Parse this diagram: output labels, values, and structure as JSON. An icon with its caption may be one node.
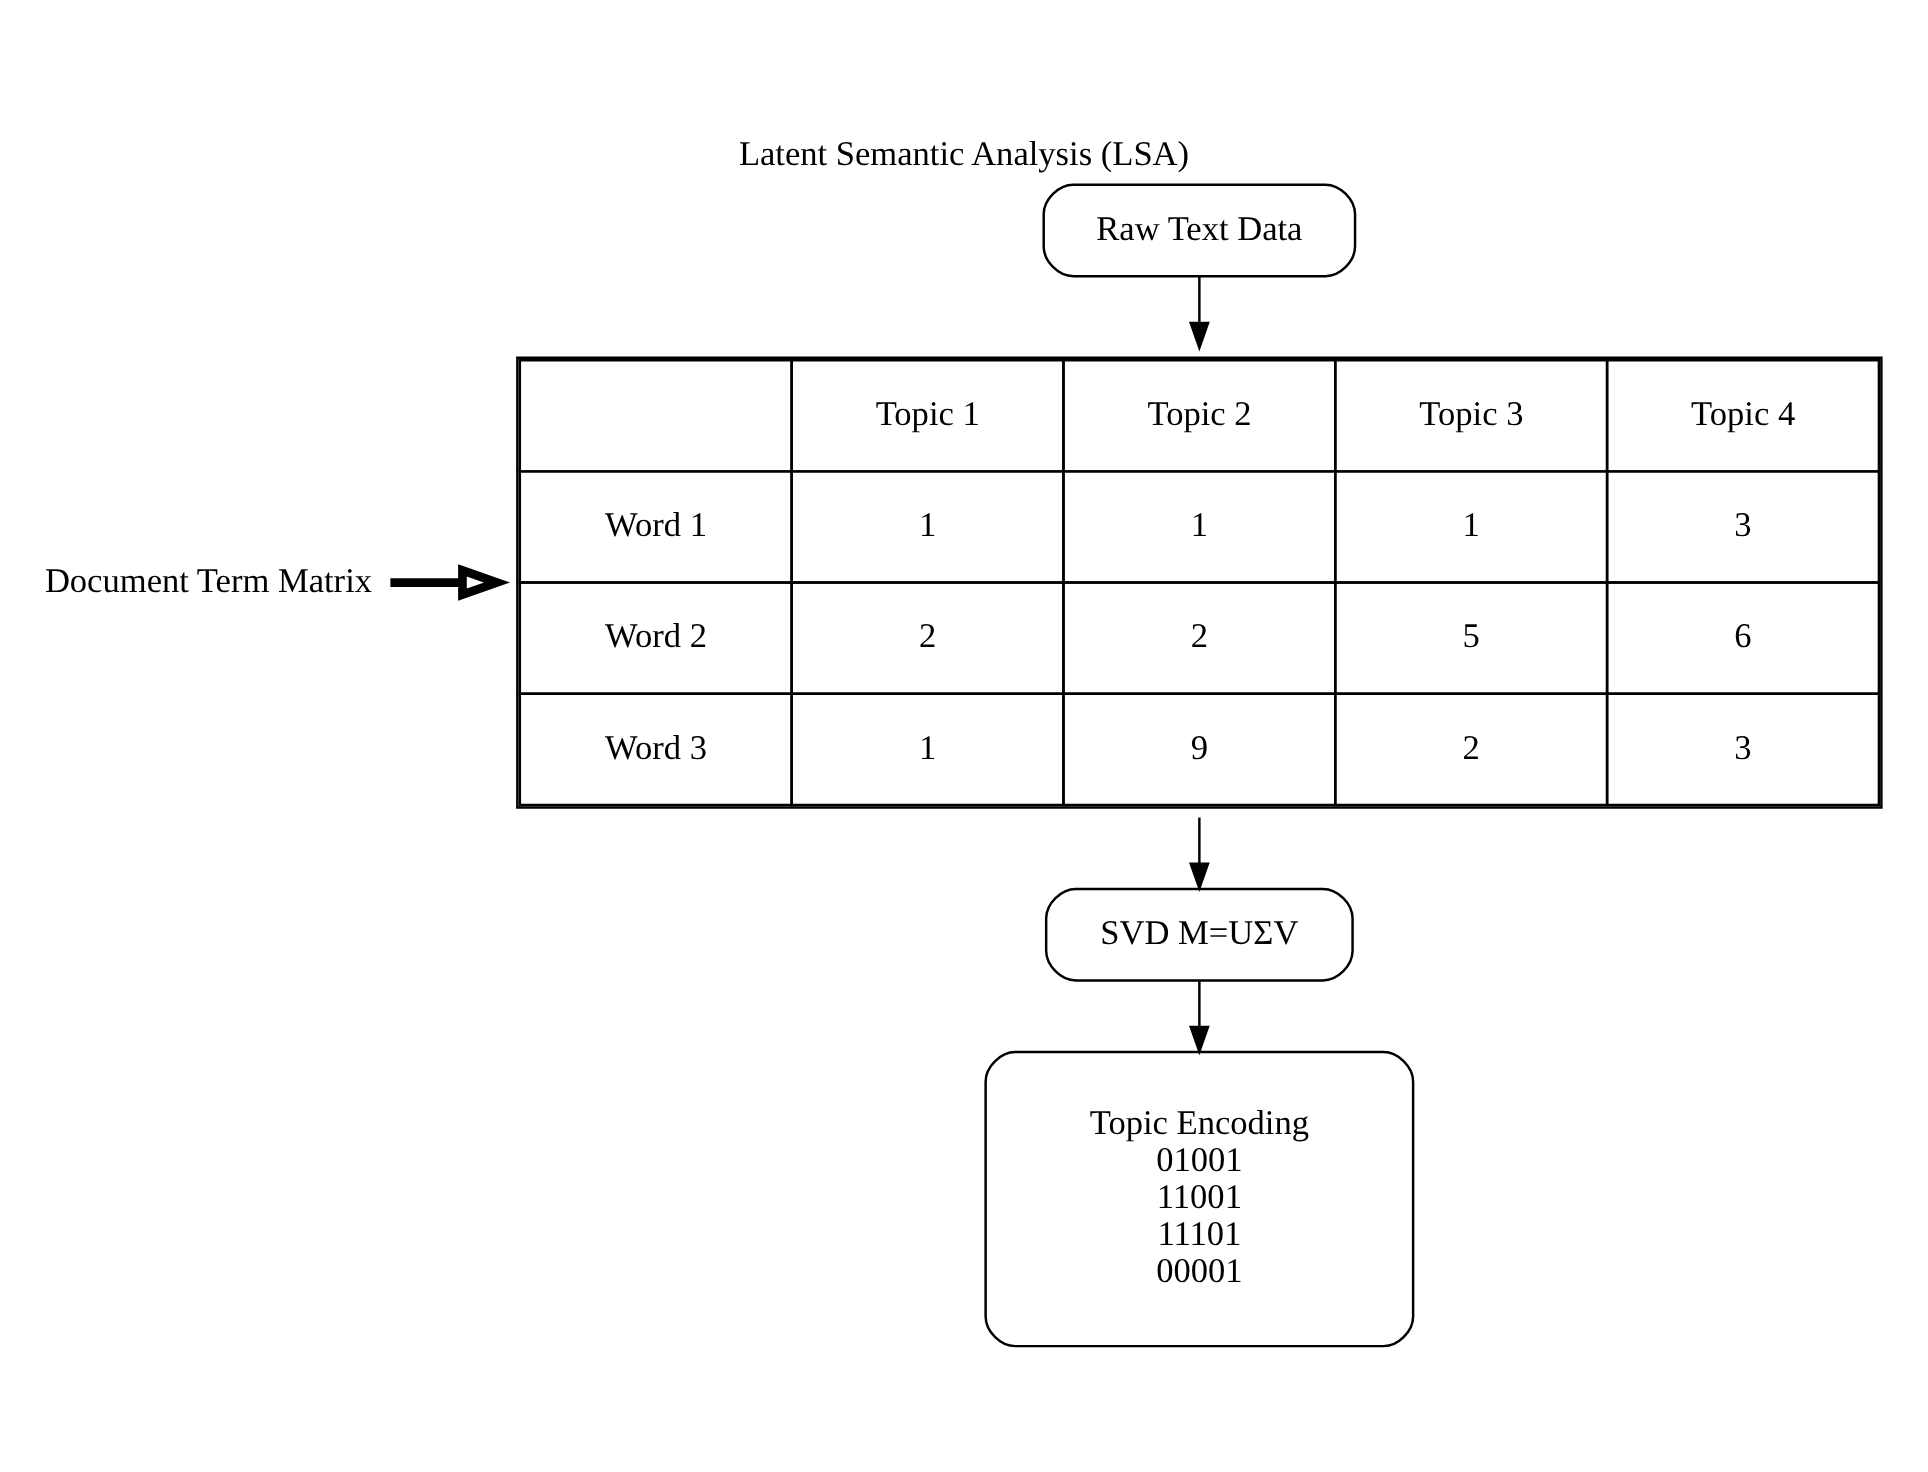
{
  "diagram": {
    "title": "Latent Semantic Analysis (LSA)",
    "nodes": [
      {
        "text": [
          "Raw Text Data"
        ]
      },
      {
        "text": [
          "Topic 1",
          "Topic 2",
          "Topic 3",
          "Topic 4",
          "Word 1",
          "1",
          "1",
          "1",
          "3",
          "Word 2",
          "2",
          "2",
          "5",
          "6",
          "Word 3",
          "1",
          "9",
          "2",
          "3"
        ]
      },
      {
        "text": [
          "Document Term Matrix"
        ]
      },
      {
        "text": [
          "SVD M=UΣV"
        ]
      },
      {
        "text": [
          "Topic Encoding",
          "01001",
          "11001",
          "11101",
          "00001"
        ]
      }
    ],
    "edges": [
      {
        "from": 0,
        "to": 1,
        "arrow": "to"
      },
      {
        "from": 2,
        "to": 1,
        "arrow": "to",
        "style": "thick"
      },
      {
        "from": 1,
        "to": 3,
        "arrow": "to"
      },
      {
        "from": 3,
        "to": 4,
        "arrow": "to"
      }
    ]
  }
}
